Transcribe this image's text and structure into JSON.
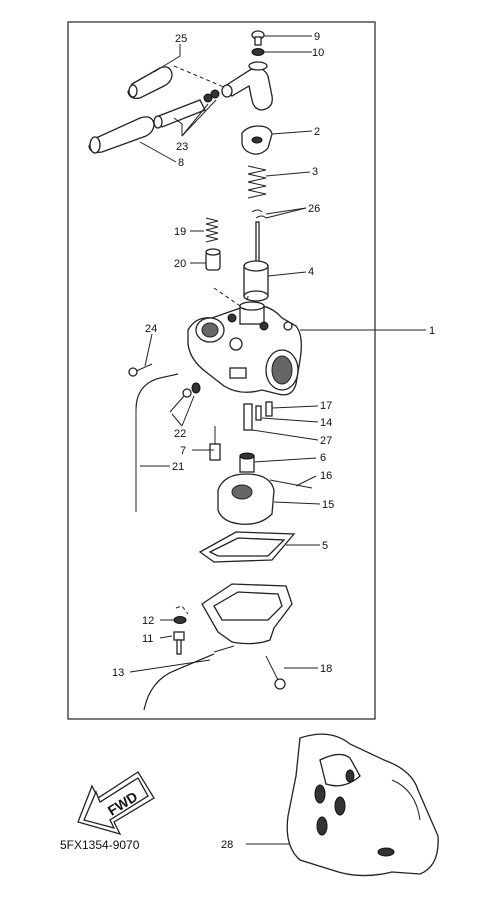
{
  "diagram": {
    "part_number": "5FX1354-9070",
    "fwd_label": "FWD",
    "callouts": [
      {
        "id": "c1",
        "text": "1"
      },
      {
        "id": "c2",
        "text": "2"
      },
      {
        "id": "c3",
        "text": "3"
      },
      {
        "id": "c4",
        "text": "4"
      },
      {
        "id": "c5",
        "text": "5"
      },
      {
        "id": "c6",
        "text": "6"
      },
      {
        "id": "c7",
        "text": "7"
      },
      {
        "id": "c8",
        "text": "8"
      },
      {
        "id": "c9",
        "text": "9"
      },
      {
        "id": "c10",
        "text": "10"
      },
      {
        "id": "c11",
        "text": "11"
      },
      {
        "id": "c12",
        "text": "12"
      },
      {
        "id": "c13",
        "text": "13"
      },
      {
        "id": "c14",
        "text": "14"
      },
      {
        "id": "c15",
        "text": "15"
      },
      {
        "id": "c16",
        "text": "16"
      },
      {
        "id": "c17",
        "text": "17"
      },
      {
        "id": "c18",
        "text": "18"
      },
      {
        "id": "c19",
        "text": "19"
      },
      {
        "id": "c20",
        "text": "20"
      },
      {
        "id": "c21",
        "text": "21"
      },
      {
        "id": "c22",
        "text": "22"
      },
      {
        "id": "c23",
        "text": "23"
      },
      {
        "id": "c24",
        "text": "24"
      },
      {
        "id": "c25",
        "text": "25"
      },
      {
        "id": "c26",
        "text": "26"
      },
      {
        "id": "c27",
        "text": "27"
      },
      {
        "id": "c28",
        "text": "28"
      }
    ]
  }
}
